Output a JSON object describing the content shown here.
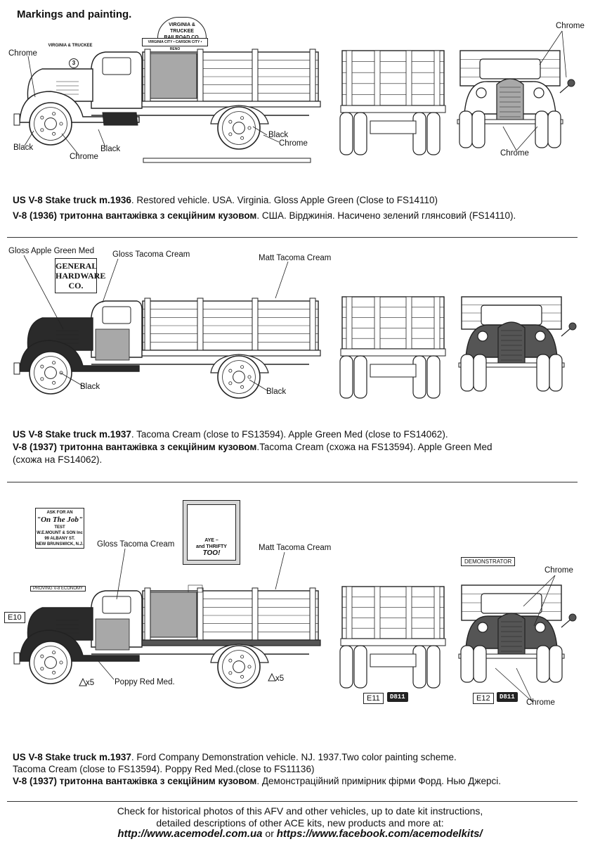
{
  "header": {
    "title": "Markings and painting."
  },
  "colors": {
    "line": "#222222",
    "black": "#2a2a2a",
    "dark": "#555555",
    "grey": "#a8a8a8",
    "light": "#f4f4f4"
  },
  "section1": {
    "signs": {
      "roof_sign": "VIRGINIA & TRUCKEE RAILROAD CO.",
      "roof_sign_small": "VIRGINIA CITY • CARSON CITY • RENO",
      "hood_sign": "VIRGINIA & TRUCKEE",
      "door_number": "3"
    },
    "labels": {
      "chrome_left": "Chrome",
      "black_left": "Black",
      "chrome_wheel": "Chrome",
      "black_fender": "Black",
      "black_rear": "Black",
      "chrome_rear": "Chrome",
      "chrome_front_top": "Chrome",
      "chrome_front_bottom": "Chrome"
    },
    "caption_en_bold": "US V-8 Stake truck m.1936",
    "caption_en": ". Restored vehicle. USA. Virginia. Gloss Apple Green (Close to FS14110)",
    "caption_ua_bold": "V-8 (1936) тритонна вантажівка з секційним кузовом",
    "caption_ua": ". США. Вірджинія. Насичено зелений глянсовий (FS14110)."
  },
  "section2": {
    "sign_lines": [
      "GENERAL",
      "HARDWARE",
      "CO."
    ],
    "labels": {
      "gloss_green": "Gloss Apple Green Med",
      "gloss_cream": "Gloss Tacoma Cream",
      "matt_cream": "Matt Tacoma Cream",
      "black_front": "Black",
      "black_rear": "Black"
    },
    "caption_en_bold": "US V-8 Stake truck m.1937",
    "caption_en": ". Tacoma Cream (close to FS13594). Apple Green Med (close to FS14062).",
    "caption_ua_bold": "V-8 (1937) тритонна вантажівка з секційним кузовом",
    "caption_ua": ".Tacoma Cream (схожа на FS13594). Apple Green Med",
    "caption_ua2": "(схожа на FS14062)."
  },
  "section3": {
    "sign_lines": [
      "ASK FOR AN",
      "\"On The Job\"",
      "TEST",
      "W.E.MOUNT & SON Inc",
      "99 ALBANY ST.",
      "NEW BRUNSWICK, N.J."
    ],
    "poster_lines": [
      "AYE –",
      "and THRIFTY",
      "TOO!"
    ],
    "proving_tag": "PROVING V-8 ECONOMY",
    "demo_tag": "DEMONSTRATOR",
    "labels": {
      "gloss_cream": "Gloss Tacoma Cream",
      "matt_cream": "Matt Tacoma Cream",
      "poppy": "Poppy Red Med.",
      "x5_left": "x5",
      "x5_right": "x5",
      "chrome_top": "Chrome",
      "chrome_bottom": "Chrome",
      "e10": "E10",
      "e11": "E11",
      "e12": "E12",
      "plate": "D811"
    },
    "caption_en_bold": "US V-8 Stake truck m.1937",
    "caption_en": ". Ford Company Demonstration vehicle. NJ. 1937.Two color painting scheme.",
    "caption_en2": "Tacoma Cream (close to FS13594). Poppy Red Med.(close to FS11136)",
    "caption_ua_bold": "V-8 (1937) тритонна вантажівка з секційним кузовом",
    "caption_ua": ". Демонстраційний примірник фірми Форд. Нью Джерсі."
  },
  "footer": {
    "line1": "Check for historical photos of this AFV and  other vehicles, up to date kit instructions,",
    "line2": "detailed descriptions of other ACE kits, new products and more at:",
    "url1": "http://www.acemodel.com.ua",
    "or": " or ",
    "url2": "https://www.facebook.com/acemodelkits/"
  }
}
